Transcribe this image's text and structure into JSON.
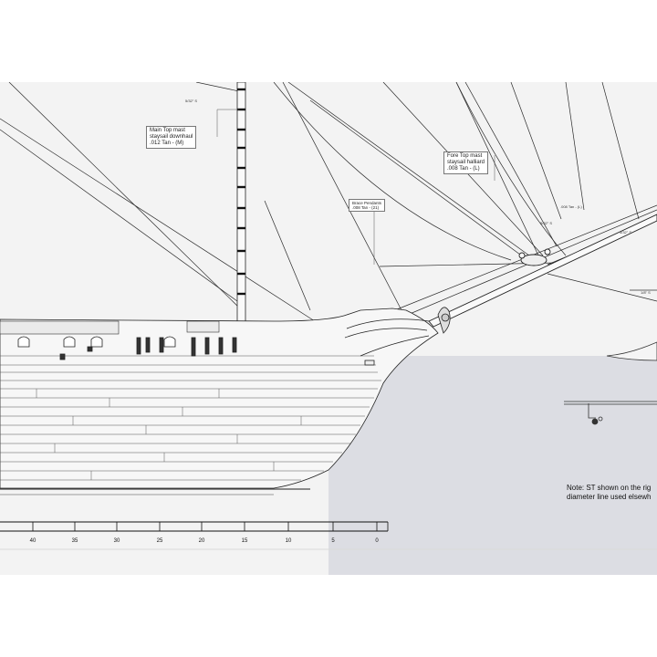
{
  "labels": {
    "main_top_staysail": {
      "line1": "Main Top mast",
      "line2": "staysail downhaul",
      "line3": ".012 Tan - (M)"
    },
    "fore_top_staysail": {
      "line1": "Fore Top mast",
      "line2": "staysail halliard",
      "line3": ".008 Tan - (L)"
    },
    "brace_pendants": {
      "line1": "Brace Pendants",
      "line2": ".008 Tan - (21)"
    },
    "downhaul": ".008 Tan - (L)"
  },
  "small_labels": [
    "5/32\" S",
    "5/32\" S",
    "3/32\" S",
    "1/8\" S"
  ],
  "note": {
    "line1": "Note: ST shown on the rig",
    "line2": "diameter line used elsewh"
  },
  "scale": {
    "ticks": [
      "40",
      "35",
      "30",
      "25",
      "20",
      "15",
      "10",
      "5",
      "0"
    ]
  },
  "colors": {
    "sheet": "#f3f3f3",
    "ink": "#1a1a1a",
    "water": "#dcdde3"
  }
}
